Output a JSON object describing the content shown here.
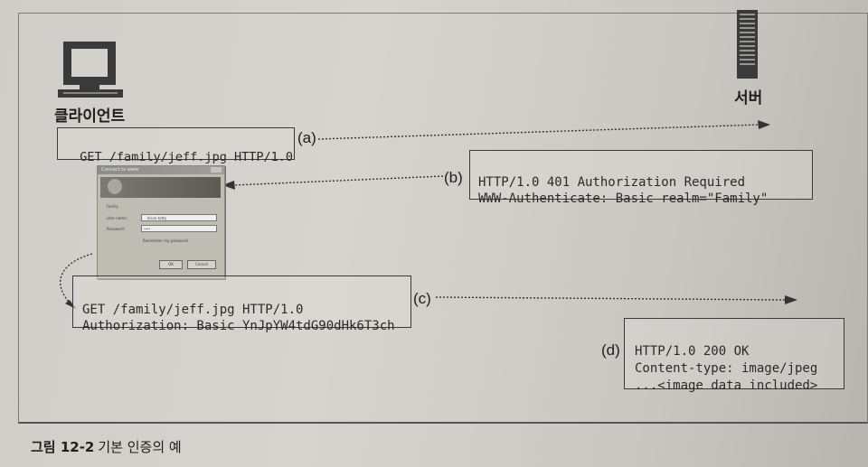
{
  "client_label": "클라이언트",
  "server_label": "서버",
  "step_a": {
    "label": "(a)",
    "line1": "GET /family/jeff.jpg HTTP/1.0"
  },
  "step_b": {
    "label": "(b)",
    "line1": "HTTP/1.0 401 Authorization Required",
    "line2": "WWW-Authenticate: Basic realm=\"Family\""
  },
  "step_c": {
    "label": "(c)",
    "line1": "GET /family/jeff.jpg HTTP/1.0",
    "line2": "Authorization: Basic YnJpYW4tdG90dHk6T3ch"
  },
  "step_d": {
    "label": "(d)",
    "line1": "HTTP/1.0 200 OK",
    "line2": "Content-type: image/jpeg",
    "line3": "...<image data included>"
  },
  "dialog": {
    "title": "Connect to www",
    "realm": "Family",
    "user_label": "User name:",
    "user_value": "brian-totty",
    "password_label": "Password:",
    "password_value": "•••",
    "remember": "Remember my password",
    "ok": "OK",
    "cancel": "Cancel"
  },
  "caption": {
    "number": "그림 12-2",
    "text": "기본 인증의 예"
  }
}
